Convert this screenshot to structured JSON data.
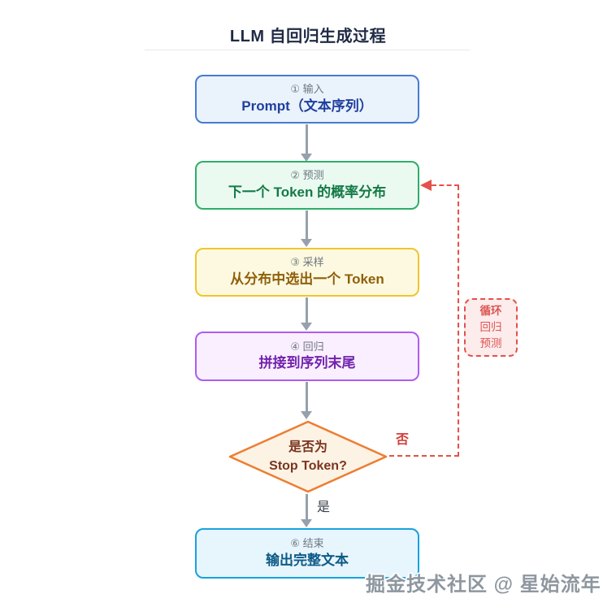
{
  "title": "LLM 自回归生成过程",
  "watermark": "掘金技术社区 @ 星始流年",
  "colors": {
    "bg": "#ffffff",
    "title": "#1f2a44",
    "divider": "#e7e9ec",
    "step": "#6f7680",
    "arrow": "#97a1ad",
    "loop": "#e4514b",
    "loopFill": "#fdecec",
    "loopText": "#dc5450",
    "yes": "#3a4148",
    "no": "#d43f3a",
    "watermark": "#8e979f"
  },
  "nodes": [
    {
      "step": "① 输入",
      "label": "Prompt（文本序列）",
      "border": "#477bd2",
      "fill": "#eaf2fc",
      "text": "#1e3f9e"
    },
    {
      "step": "② 预测",
      "label": "下一个 Token 的概率分布",
      "border": "#2eae68",
      "fill": "#eafaf1",
      "text": "#147a45"
    },
    {
      "step": "③ 采样",
      "label": "从分布中选出一个 Token",
      "border": "#f0c62a",
      "fill": "#fdf9e0",
      "text": "#8f5f0a"
    },
    {
      "step": "④ 回归",
      "label": "拼接到序列末尾",
      "border": "#ae5cf0",
      "fill": "#faeffe",
      "text": "#7222ac"
    },
    {
      "line1": "是否为",
      "line2": "Stop Token?",
      "border": "#ed7d31",
      "fill": "#fcf3e5",
      "text": "#7b341e"
    },
    {
      "step": "⑥ 结束",
      "label": "输出完整文本",
      "border": "#17a2de",
      "fill": "#e7f5fd",
      "text": "#0c5a86"
    }
  ],
  "edges": {
    "yes": "是",
    "no": "否",
    "loop_line1": "循环",
    "loop_line2": "回归",
    "loop_line3": "预测"
  }
}
